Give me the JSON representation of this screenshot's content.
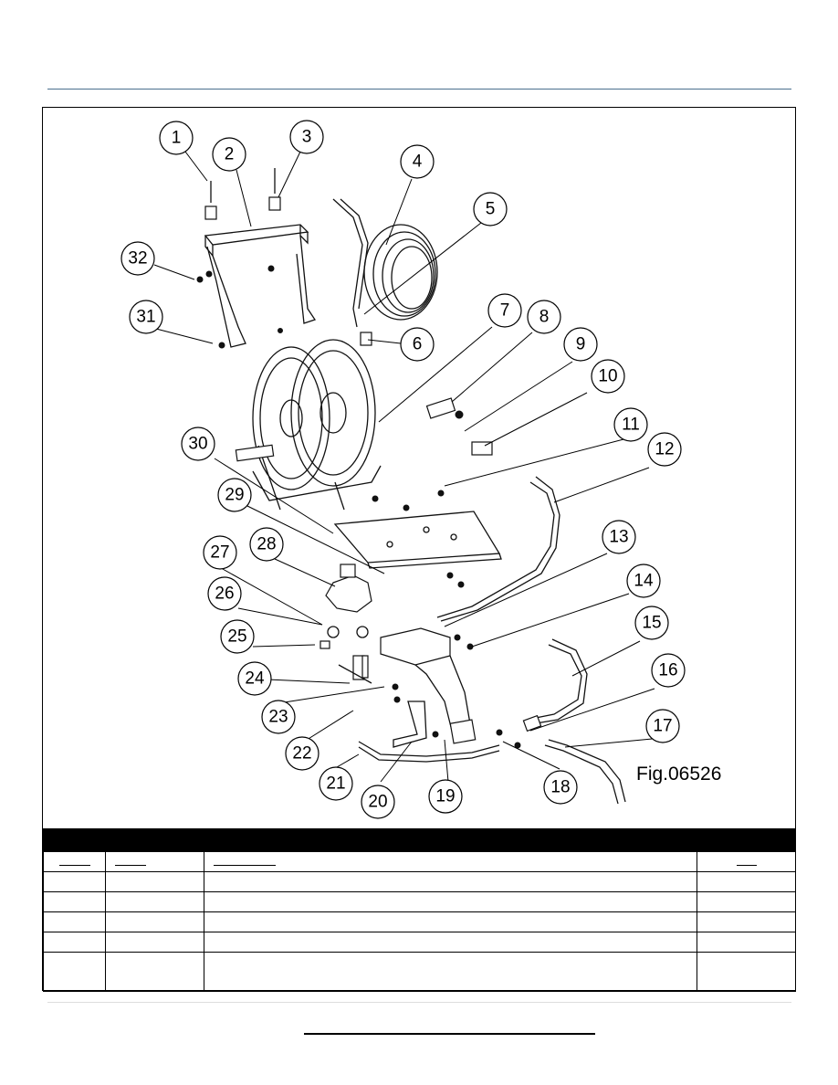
{
  "figure": {
    "label": "Fig.06526",
    "callouts": [
      "1",
      "2",
      "3",
      "4",
      "5",
      "6",
      "7",
      "8",
      "9",
      "10",
      "11",
      "12",
      "13",
      "14",
      "15",
      "16",
      "17",
      "18",
      "19",
      "20",
      "21",
      "22",
      "23",
      "24",
      "25",
      "26",
      "27",
      "28",
      "29",
      "30",
      "31",
      "32"
    ]
  },
  "colors": {
    "top_rule": "#4a6f8e",
    "table_header": "#000000"
  },
  "table": {
    "columns": [
      "",
      "",
      "",
      ""
    ],
    "rows": [
      [
        "",
        "",
        "",
        ""
      ],
      [
        "",
        "",
        "",
        ""
      ],
      [
        "",
        "",
        "",
        ""
      ],
      [
        "",
        "",
        "",
        ""
      ],
      [
        "",
        "",
        "",
        ""
      ]
    ]
  }
}
